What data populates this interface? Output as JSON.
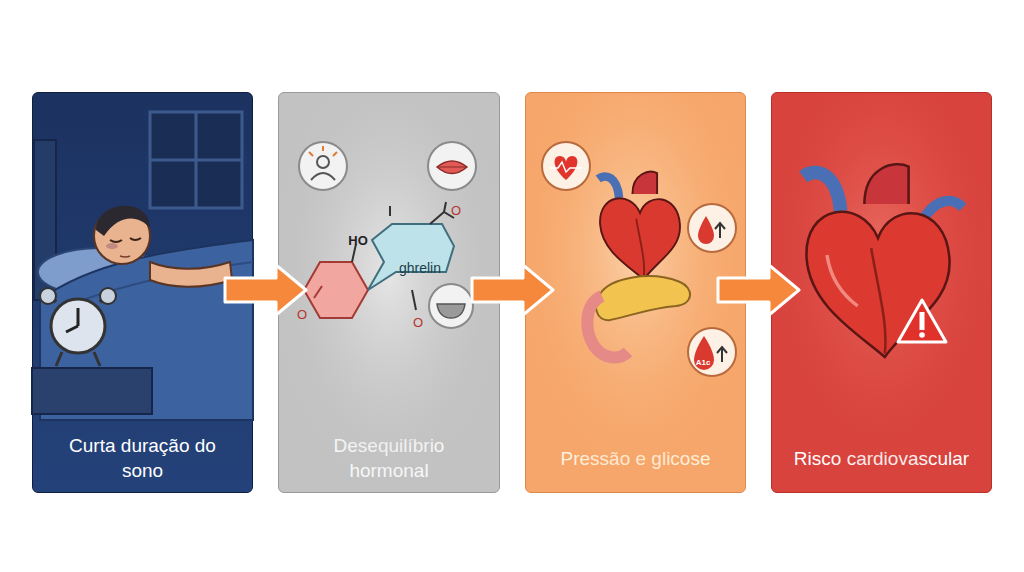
{
  "diagram": {
    "nodes": [
      {
        "text": [
          "Curta duração do sono"
        ]
      },
      {
        "text": [
          "Desequilíbrio hormonal"
        ]
      },
      {
        "text": [
          "Pressão e glicose"
        ]
      },
      {
        "text": [
          "Risco cardiovascular"
        ]
      }
    ],
    "edges": [
      {
        "from": 0,
        "to": 1,
        "arrow": "to"
      },
      {
        "from": 1,
        "to": 2,
        "arrow": "to"
      },
      {
        "from": 2,
        "to": 3,
        "arrow": "to"
      }
    ],
    "labels": [
      "HO",
      "ghrelin",
      "O",
      "O",
      "O",
      "A1c"
    ]
  }
}
